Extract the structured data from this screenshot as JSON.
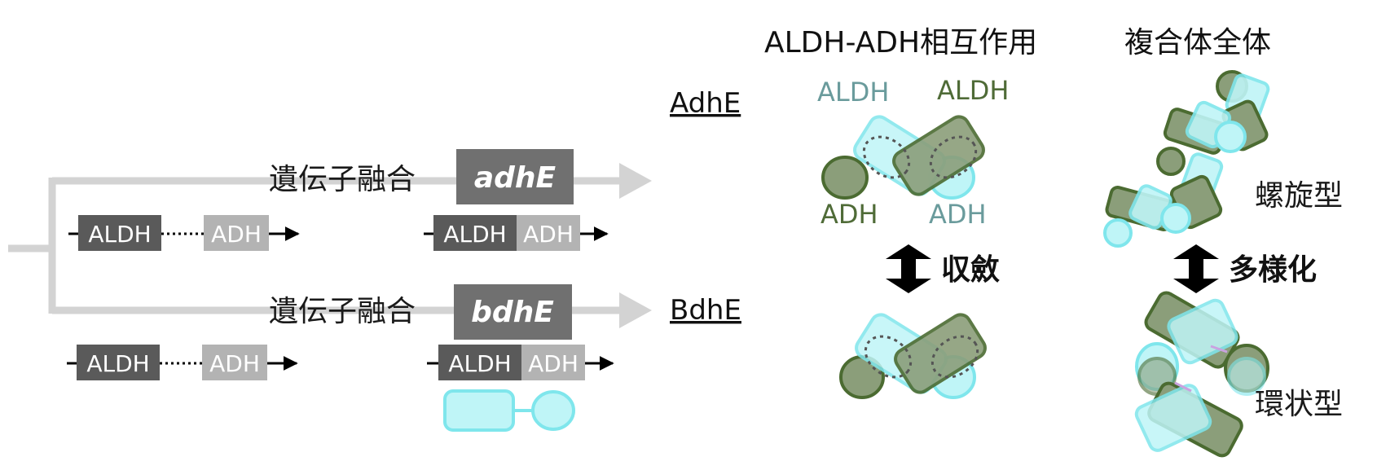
{
  "titles": {
    "interaction": "ALDH-ADH相互作用",
    "complex": "複合体全体"
  },
  "proteins": {
    "adhe": "AdhE",
    "bdhe": "BdhE"
  },
  "gene_fusion": {
    "top_label": "遺伝子融合",
    "top_gene": "adhE",
    "bottom_label": "遺伝子融合",
    "bottom_gene": "bdhE"
  },
  "domains": {
    "aldh": "ALDH",
    "adh": "ADH"
  },
  "interaction_labels": {
    "aldh_left": "ALDH",
    "aldh_right": "ALDH",
    "adh_left": "ADH",
    "adh_right": "ADH"
  },
  "transitions": {
    "convergence": "収斂",
    "diversification": "多様化"
  },
  "complex_types": {
    "helical": "螺旋型",
    "ring": "環状型"
  },
  "colors": {
    "tree": "#d3d3d3",
    "aldh_box": "#5a5a5a",
    "adh_box": "#b3b3b3",
    "gene_box": "#707070",
    "cyan_fill": "#bff5f7",
    "cyan_stroke": "#7fe6ec",
    "green_fill": "#8b9e7a",
    "green_stroke": "#4b6b31"
  }
}
